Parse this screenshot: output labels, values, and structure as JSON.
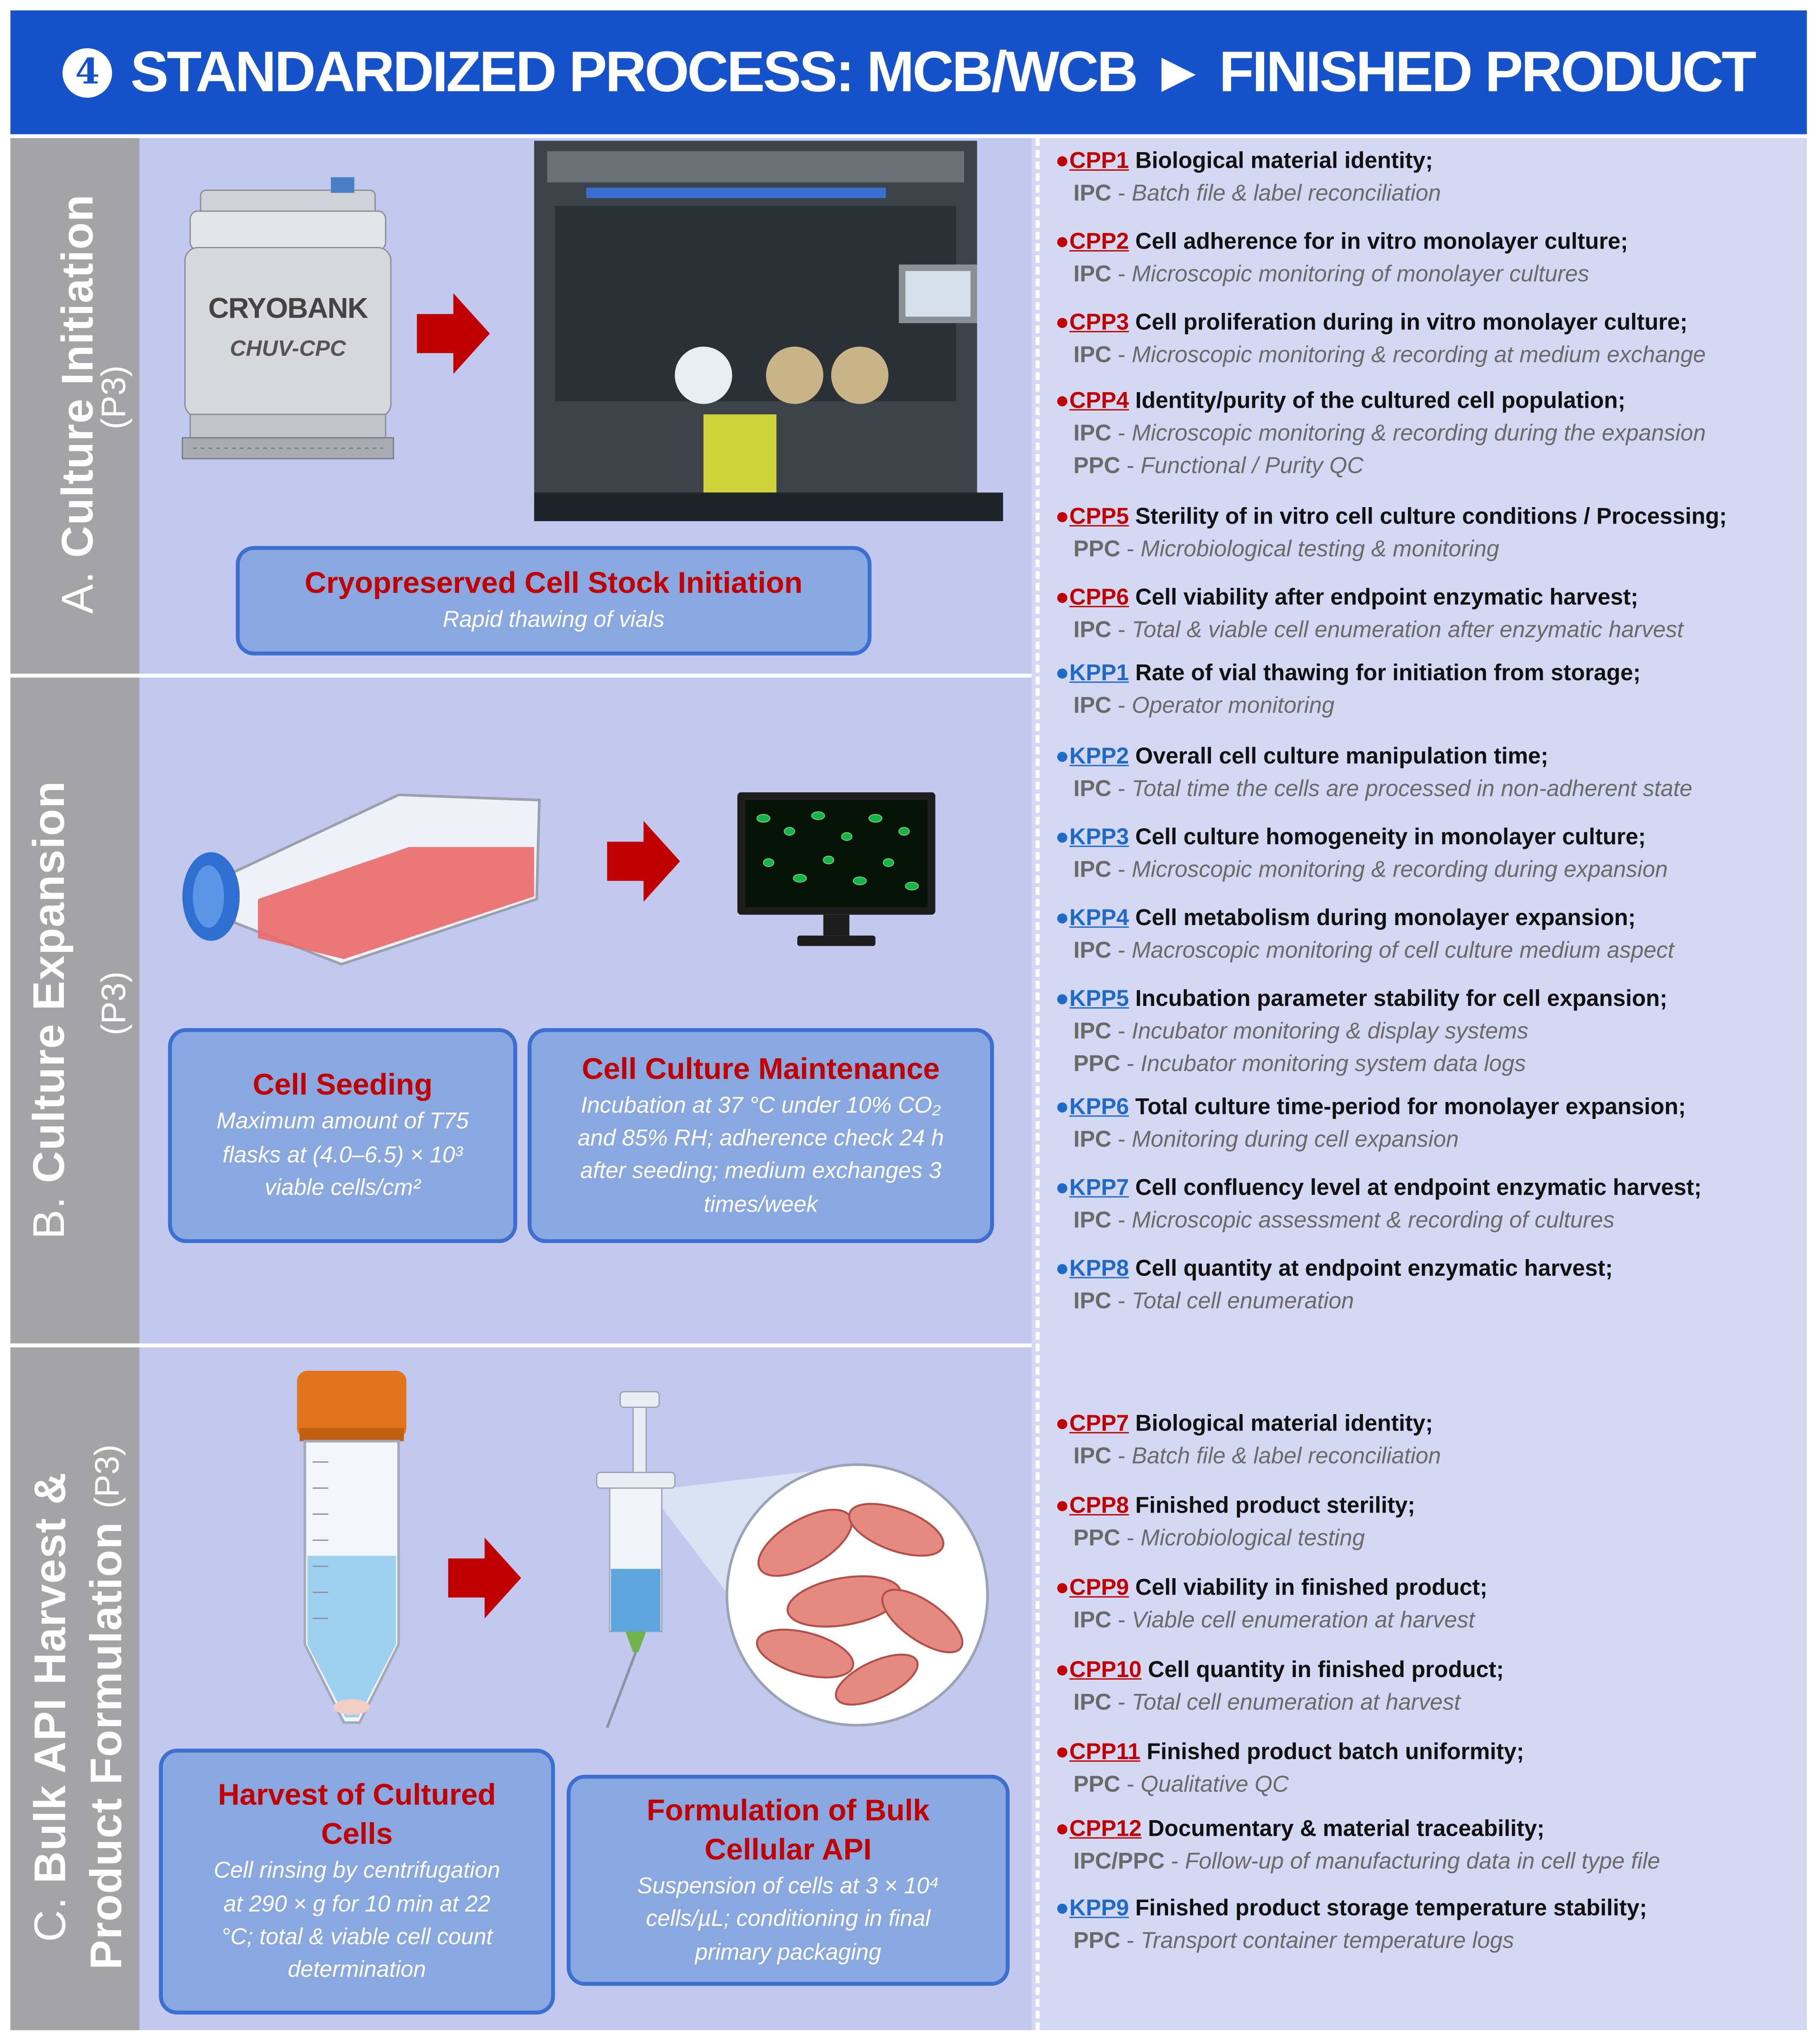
{
  "header": {
    "number": "4",
    "title": "STANDARDIZED PROCESS: MCB/WCB ► FINISHED PRODUCT"
  },
  "sections": [
    {
      "label_main": "Culture Initiation",
      "label_prefix": "A.",
      "label_sub": "(P3)"
    },
    {
      "label_main": "Culture Expansion",
      "label_prefix": "B.",
      "label_sub": "(P3)"
    },
    {
      "label_line1": "Bulk API Harvest &",
      "label_prefix": "C.",
      "label_line2": "Product Formulation",
      "label_sub": "(P3)"
    }
  ],
  "illustrations": {
    "cryobank_line1": "CRYOBANK",
    "cryobank_line2": "CHUV-CPC"
  },
  "boxes": {
    "initiation": {
      "title": "Cryopreserved Cell Stock Initiation",
      "desc": "Rapid thawing of vials"
    },
    "seeding": {
      "title": "Cell Seeding",
      "desc_l1": "Maximum amount of T75",
      "desc_l2": "flasks at (4.0–6.5) × 10³",
      "desc_l3": "viable cells/cm²"
    },
    "maintenance": {
      "title": "Cell Culture Maintenance",
      "desc_l1": "Incubation at 37 °C under 10% CO₂",
      "desc_l2": "and 85% RH; adherence check 24 h",
      "desc_l3": "after seeding; medium exchanges 3",
      "desc_l4": "times/week"
    },
    "harvest": {
      "title_l1": "Harvest of Cultured",
      "title_l2": "Cells",
      "desc_l1": "Cell rinsing by centrifugation",
      "desc_l2": "at 290 × g for 10 min at 22",
      "desc_l3": "°C; total & viable cell count",
      "desc_l4": "determination"
    },
    "formulation": {
      "title_l1": "Formulation of Bulk",
      "title_l2": "Cellular API",
      "desc_l1": "Suspension of cells at 3 × 10⁴",
      "desc_l2": "cells/µL; conditioning in final",
      "desc_l3": "primary packaging"
    }
  },
  "parameters_top": [
    {
      "type": "red",
      "code": "CPP1",
      "text": "Biological material identity;",
      "controls": [
        {
          "label": "IPC",
          "text": "Batch file & label reconciliation"
        }
      ]
    },
    {
      "type": "red",
      "code": "CPP2",
      "text": "Cell adherence for in vitro monolayer culture;",
      "controls": [
        {
          "label": "IPC",
          "text": "Microscopic monitoring of monolayer cultures"
        }
      ]
    },
    {
      "type": "red",
      "code": "CPP3",
      "text": "Cell proliferation during in vitro monolayer culture;",
      "controls": [
        {
          "label": "IPC",
          "text": "Microscopic monitoring & recording at medium exchange"
        }
      ]
    },
    {
      "type": "red",
      "code": "CPP4",
      "text": "Identity/purity of the cultured cell population;",
      "controls": [
        {
          "label": "IPC",
          "text": "Microscopic monitoring & recording during the expansion"
        },
        {
          "label": "PPC",
          "text": "Functional / Purity QC"
        }
      ]
    },
    {
      "type": "red",
      "code": "CPP5",
      "text": "Sterility of in vitro cell culture conditions / Processing;",
      "controls": [
        {
          "label": "PPC",
          "text": "Microbiological testing & monitoring"
        }
      ]
    },
    {
      "type": "red",
      "code": "CPP6",
      "text": "Cell viability after endpoint enzymatic harvest;",
      "controls": [
        {
          "label": "IPC",
          "text": "Total & viable cell enumeration after enzymatic harvest"
        }
      ]
    },
    {
      "type": "blue",
      "code": "KPP1",
      "text": "Rate of vial thawing for initiation from storage;",
      "controls": [
        {
          "label": "IPC",
          "text": "Operator monitoring"
        }
      ]
    },
    {
      "type": "blue",
      "code": "KPP2",
      "text": "Overall cell culture manipulation time;",
      "controls": [
        {
          "label": "IPC",
          "text": "Total time the cells are processed in non-adherent state"
        }
      ]
    },
    {
      "type": "blue",
      "code": "KPP3",
      "text": "Cell culture homogeneity in monolayer culture;",
      "controls": [
        {
          "label": "IPC",
          "text": "Microscopic monitoring & recording during expansion"
        }
      ]
    },
    {
      "type": "blue",
      "code": "KPP4",
      "text": "Cell metabolism during monolayer expansion;",
      "controls": [
        {
          "label": "IPC",
          "text": "Macroscopic monitoring of cell culture medium aspect"
        }
      ]
    },
    {
      "type": "blue",
      "code": "KPP5",
      "text": "Incubation parameter stability for cell expansion;",
      "controls": [
        {
          "label": "IPC ",
          "text": "Incubator monitoring & display systems"
        },
        {
          "label": "PPC",
          "text": "Incubator monitoring system data logs"
        }
      ]
    },
    {
      "type": "blue",
      "code": "KPP6",
      "text": "Total culture time-period for monolayer expansion;",
      "controls": [
        {
          "label": "IPC",
          "text": "Monitoring during cell expansion"
        }
      ]
    },
    {
      "type": "blue",
      "code": "KPP7",
      "text": "Cell confluency level at endpoint enzymatic harvest;",
      "controls": [
        {
          "label": "IPC",
          "text": "Microscopic assessment & recording of cultures"
        }
      ]
    },
    {
      "type": "blue",
      "code": "KPP8",
      "text": "Cell quantity at endpoint enzymatic harvest;",
      "controls": [
        {
          "label": "IPC",
          "text": "Total cell enumeration"
        }
      ]
    }
  ],
  "parameters_bottom": [
    {
      "type": "red",
      "code": "CPP7",
      "text": "Biological material identity;",
      "controls": [
        {
          "label": "IPC",
          "text": "Batch file & label reconciliation"
        }
      ]
    },
    {
      "type": "red",
      "code": "CPP8",
      "text": "Finished product sterility;",
      "controls": [
        {
          "label": "PPC",
          "text": "Microbiological testing"
        }
      ]
    },
    {
      "type": "red",
      "code": "CPP9",
      "text": "Cell viability in finished product;",
      "controls": [
        {
          "label": "IPC",
          "text": "Viable cell enumeration at harvest"
        }
      ]
    },
    {
      "type": "red",
      "code": "CPP10",
      "text": "Cell quantity in finished product;",
      "controls": [
        {
          "label": "IPC",
          "text": "Total cell enumeration at harvest"
        }
      ]
    },
    {
      "type": "red",
      "code": "CPP11",
      "text": "Finished product batch uniformity;",
      "controls": [
        {
          "label": "PPC",
          "text": "Qualitative QC"
        }
      ]
    },
    {
      "type": "red",
      "code": "CPP12",
      "text": "Documentary & material traceability;",
      "controls": [
        {
          "label": "IPC/PPC",
          "text": "Follow-up of manufacturing data in cell type file"
        }
      ]
    },
    {
      "type": "blue",
      "code": "KPP9",
      "text": "Finished product storage temperature stability;",
      "controls": [
        {
          "label": "PPC",
          "text": "Transport container temperature logs"
        }
      ]
    }
  ],
  "colors": {
    "banner": "#1652c9",
    "critical": "#c00000",
    "key": "#1f6ac9",
    "box_fill": "#8aa8e0",
    "box_border": "#3d6fd1"
  }
}
